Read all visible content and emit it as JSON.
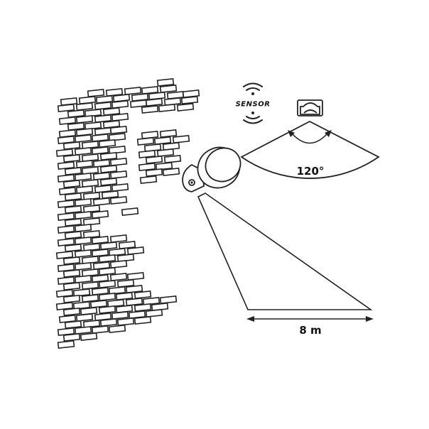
{
  "sensor_icon_label": "SENSOR",
  "detection_angle_label": "120°",
  "detection_range_label": "8 m",
  "icons": {
    "sensor": "motion-sensor-waves-icon",
    "wall": "brick-wall-icon",
    "lamp": "wall-lamp-icon",
    "pir": "pir-sensor-housing-icon"
  },
  "colors": {
    "line": "#222222",
    "background": "#ffffff",
    "fill_shade": "#f4f4f4"
  }
}
